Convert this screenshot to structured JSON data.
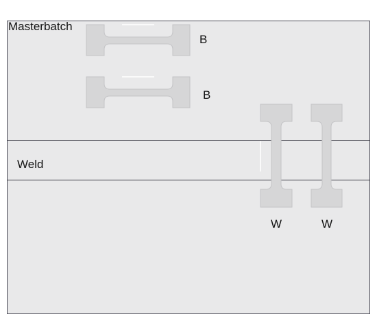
{
  "labels": {
    "masterbatch": "Masterbatch",
    "weld": "Weld",
    "b_top": "B",
    "b_bottom": "B",
    "w_left": "W",
    "w_right": "W"
  },
  "colors": {
    "plate_fill": "#e9e9ea",
    "specimen_fill": "#d6d6d7",
    "line": "#3a3a44"
  }
}
